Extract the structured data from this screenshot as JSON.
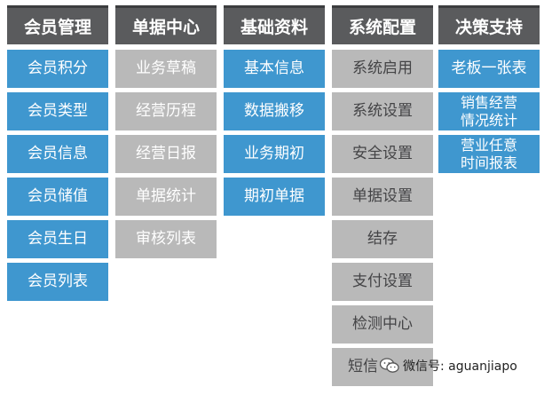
{
  "columns": [
    {
      "header": "会员管理",
      "color": "#3f97cf",
      "items": [
        "会员积分",
        "会员类型",
        "会员信息",
        "会员储值",
        "会员生日",
        "会员列表"
      ]
    },
    {
      "header": "单据中心",
      "color": "#b9b9b9",
      "items": [
        "业务草稿",
        "经营历程",
        "经营日报",
        "单据统计",
        "审核列表"
      ]
    },
    {
      "header": "基础资料",
      "color": "#3f97cf",
      "items": [
        "基本信息",
        "数据搬移",
        "业务期初",
        "期初单据"
      ]
    },
    {
      "header": "系统配置",
      "color": "#b9b9b9",
      "items": [
        "系统启用",
        "系统设置",
        "安全设置",
        "单据设置",
        "结存",
        "支付设置",
        "检测中心",
        "短信"
      ]
    },
    {
      "header": "决策支持",
      "color": "#3f97cf",
      "items": [
        "老板一张表",
        "销售经营\n情况统计",
        "营业任意\n时间报表"
      ]
    }
  ],
  "watermark": {
    "icon": "wechat-icon",
    "text": "微信号: aguanjiapo"
  }
}
